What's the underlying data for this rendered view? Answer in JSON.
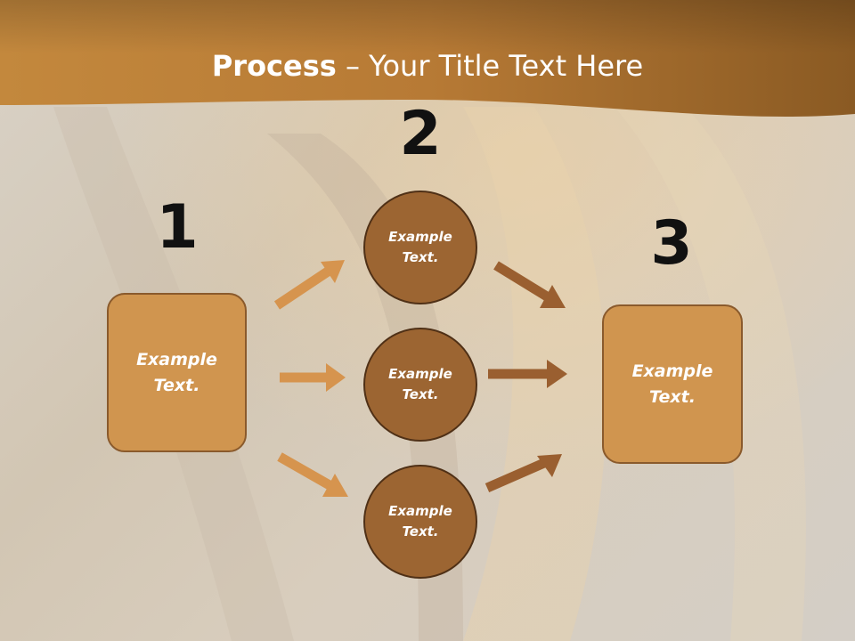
{
  "title": {
    "bold": "Process",
    "rest": " – Your Title Text Here"
  },
  "steps": {
    "one": "1",
    "two": "2",
    "three": "3"
  },
  "box_left": {
    "text": "Example Text."
  },
  "box_right": {
    "text": "Example Text."
  },
  "circles": [
    {
      "text": "Example Text."
    },
    {
      "text": "Example Text."
    },
    {
      "text": "Example Text."
    }
  ],
  "colors": {
    "header_band": "#b97a33",
    "box_fill": "#d0954f",
    "circle_fill": "#9c6532",
    "arrow_light": "#d6944e",
    "arrow_dark": "#9a5f30"
  }
}
